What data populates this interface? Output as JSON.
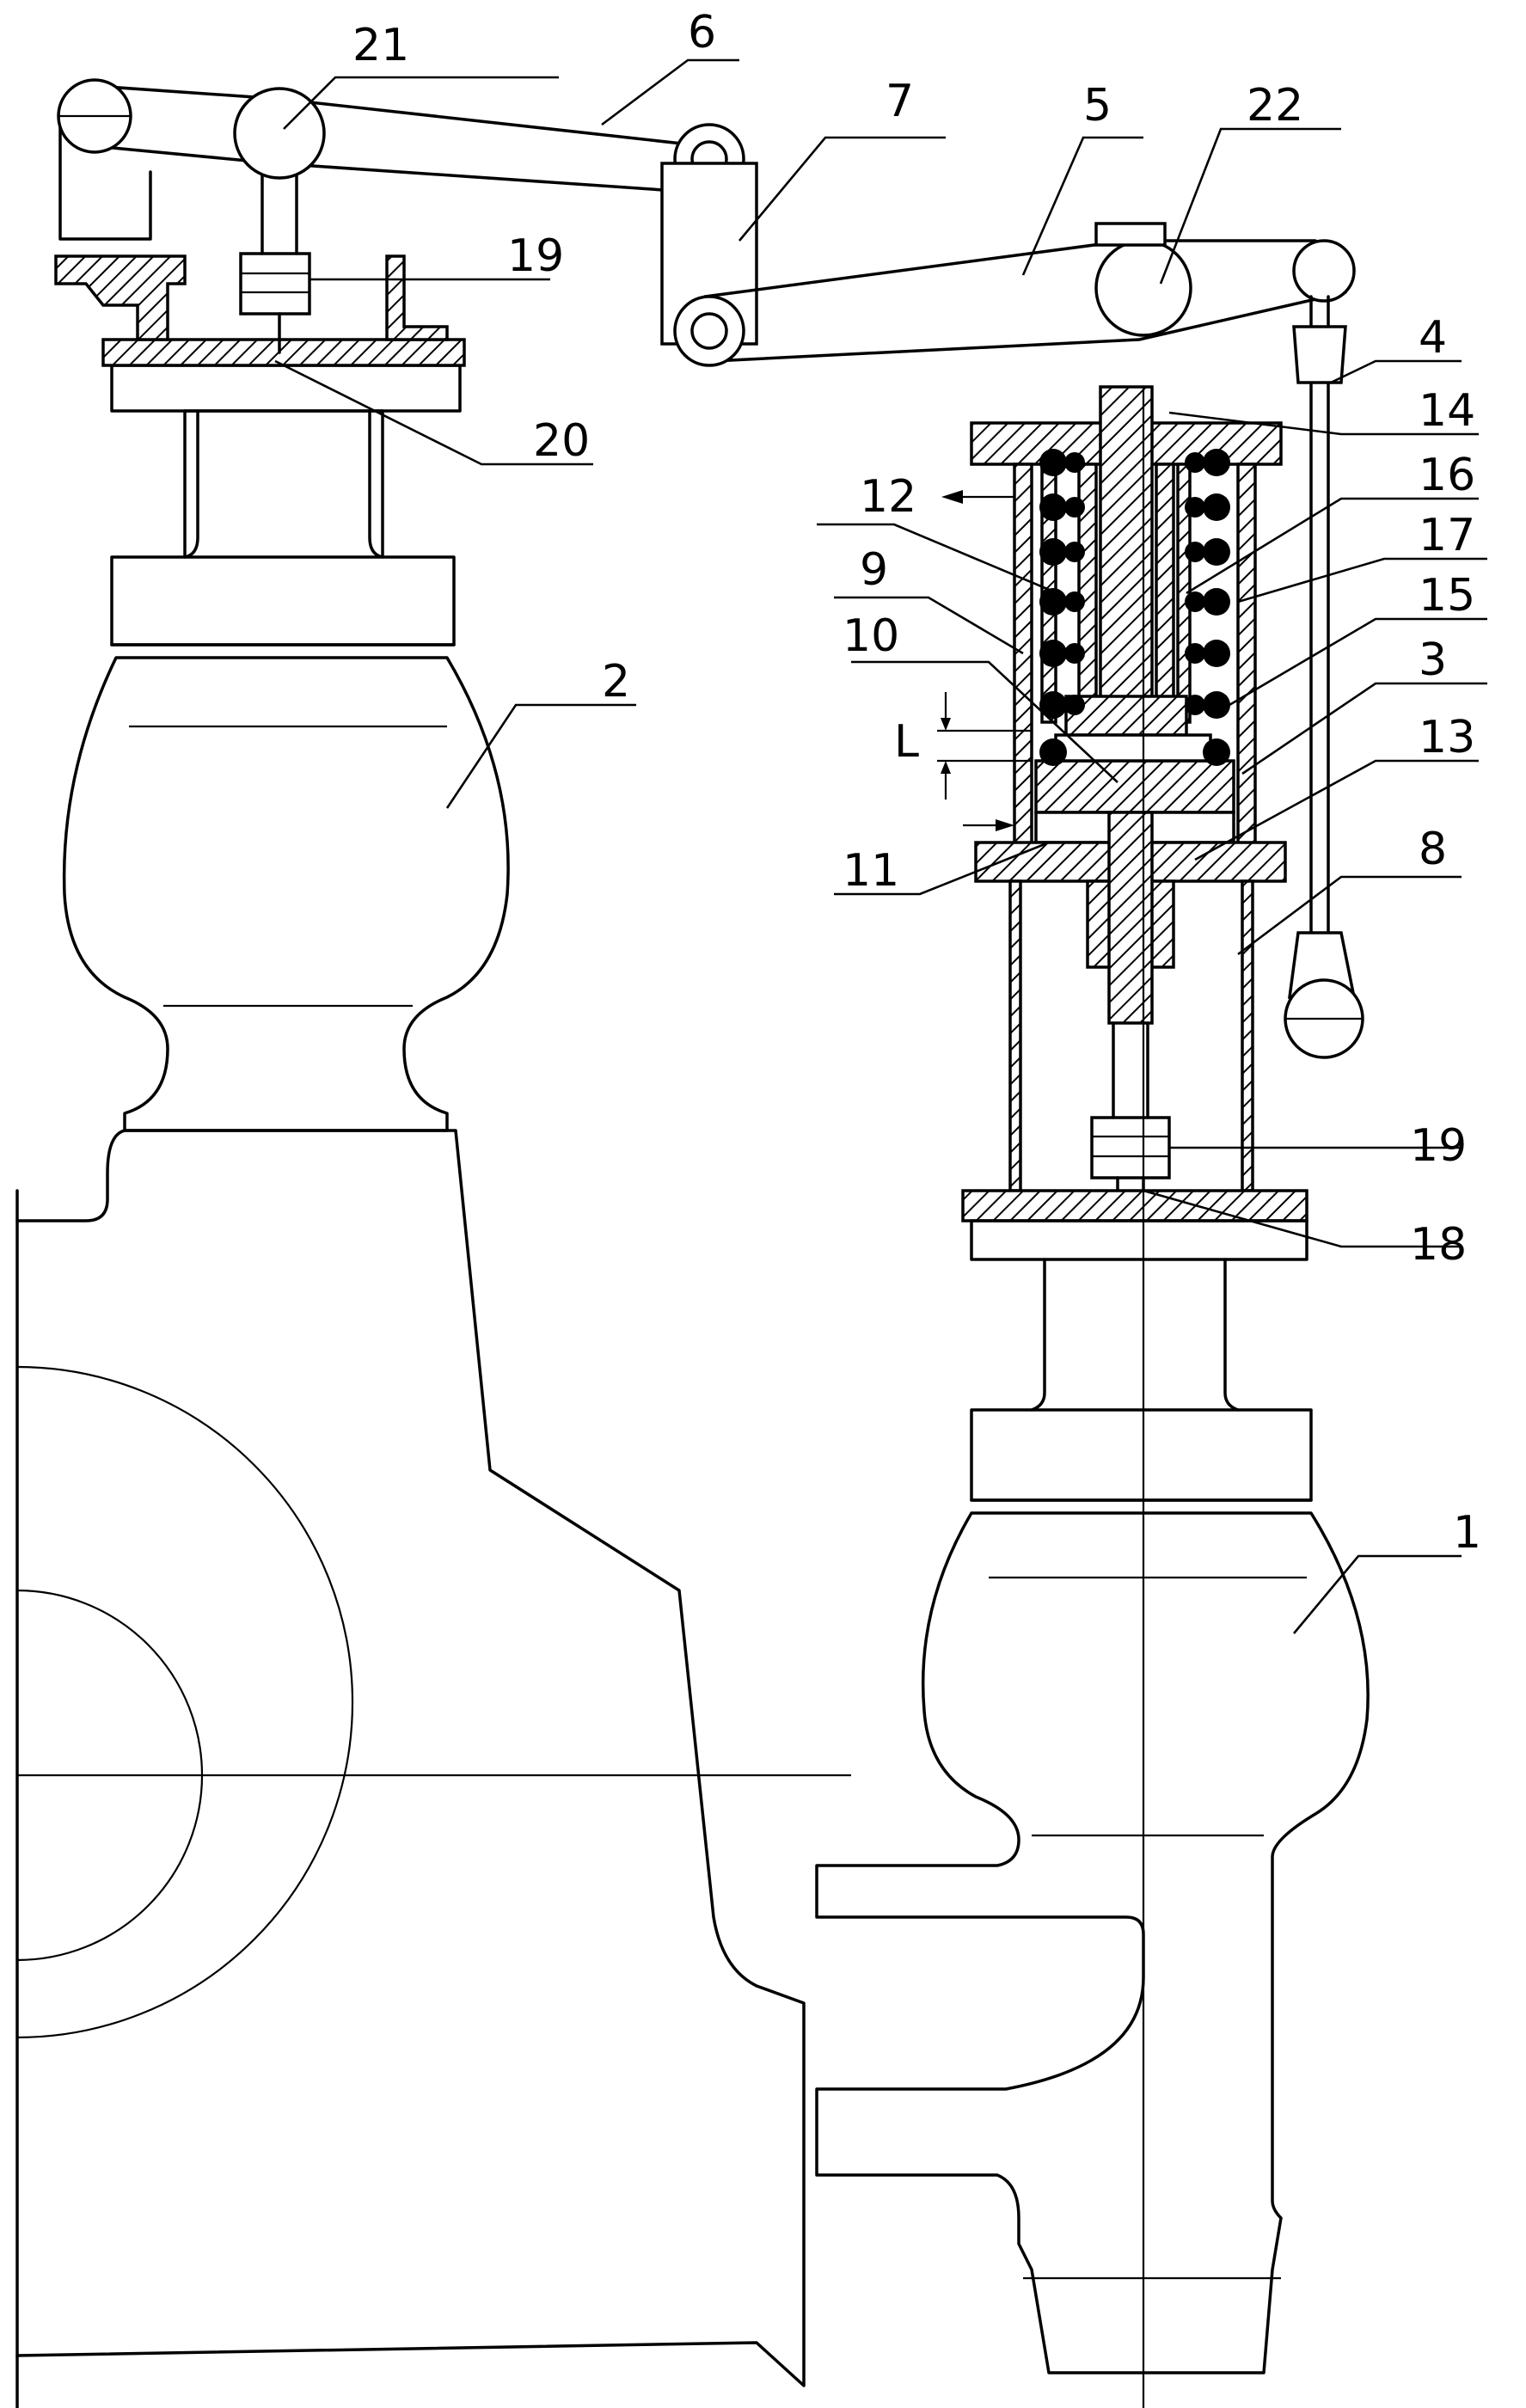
{
  "labels": {
    "n1": "1",
    "n2": "2",
    "n3": "3",
    "n4": "4",
    "n5": "5",
    "n6": "6",
    "n7": "7",
    "n8": "8",
    "n9": "9",
    "n10": "10",
    "n11": "11",
    "n12": "12",
    "n13": "13",
    "n14": "14",
    "n15": "15",
    "n16": "16",
    "n17": "17",
    "n18": "18",
    "n19a": "19",
    "n19b": "19",
    "n20": "20",
    "n21": "21",
    "n22": "22",
    "dimL": "L"
  }
}
